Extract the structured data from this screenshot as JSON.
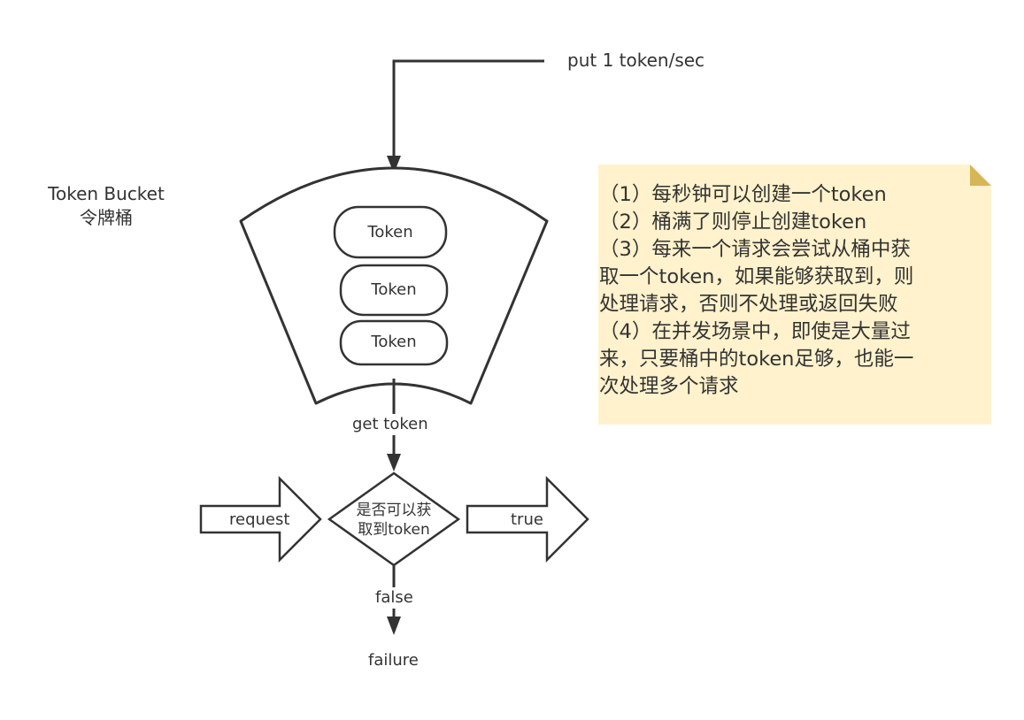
{
  "diagram": {
    "title": "Token Bucket",
    "subtitle": "令牌桶",
    "input_label": "put 1 token/sec",
    "tokens": [
      "Token",
      "Token",
      "Token"
    ],
    "get_label": "get token",
    "decision": [
      "是否可以获",
      "取到token"
    ],
    "request_label": "request",
    "true_label": "true",
    "false_label": "false",
    "failure_label": "failure",
    "note_lines": [
      "（1）每秒钟可以创建一个token",
      "（2）桶满了则停止创建token",
      "（3）每来一个请求会尝试从桶中获",
      "取一个token，如果能够获取到，则",
      "处理请求，否则不处理或返回失败",
      "（4）在并发场景中，即使是大量过",
      "来，只要桶中的token足够，也能一",
      "次处理多个请求"
    ],
    "colors": {
      "stroke": "#333333",
      "note_fill": "#fff2cc",
      "note_corner": "#d6b656",
      "background": "#ffffff"
    }
  }
}
